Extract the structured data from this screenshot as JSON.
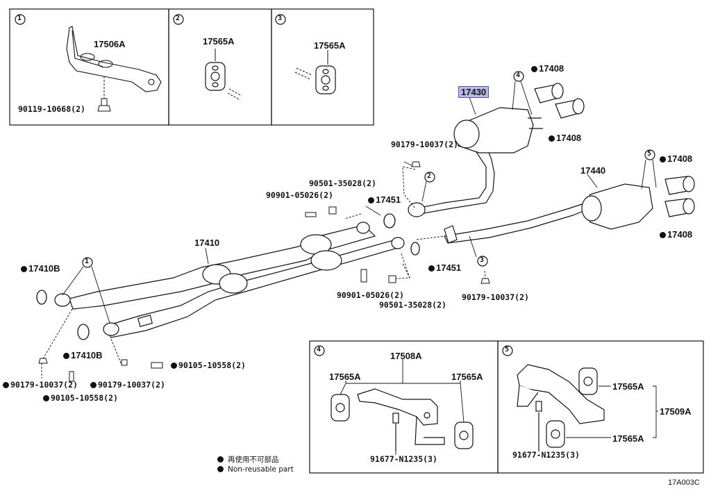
{
  "boxes": {
    "b1": {
      "number": "1",
      "part": "17506A",
      "bolt": "90119-10668(2)"
    },
    "b2": {
      "number": "2",
      "part": "17565A"
    },
    "b3": {
      "number": "3",
      "part": "17565A"
    },
    "b4": {
      "number": "4",
      "part_top": "17508A",
      "part_left": "17565A",
      "part_right": "17565A",
      "bolt": "91677-N1235(3)"
    },
    "b5": {
      "number": "5",
      "part_a": "17565A",
      "part_b": "17565A",
      "assembly": "17509A",
      "bolt": "91677-N1235(3)"
    }
  },
  "callouts": {
    "c4": "4",
    "c5": "5",
    "c2": "2",
    "c3": "3",
    "c1": "1"
  },
  "parts": {
    "p17430": "17430",
    "p17408a": "17408",
    "p17408b": "17408",
    "p17408c": "17408",
    "p17408d": "17408",
    "p17440": "17440",
    "p90179a": "90179-10037(2)",
    "p90501a": "90501-35028(2)",
    "p90901a": "90901-05026(2)",
    "p17451a": "17451",
    "p17451b": "17451",
    "p17410": "17410",
    "p17410Ba": "17410B",
    "p17410Bb": "17410B",
    "p90901b": "90901-05026(2)",
    "p90501b": "90501-35028(2)",
    "p90179b": "90179-10037(2)",
    "p90105a": "90105-10558(2)",
    "p90179c": "90179-10037(2)",
    "p90179d": "90179-10037(2)",
    "p90105b": "90105-10558(2)"
  },
  "legend": {
    "jp": "再使用不可部品",
    "en": "Non-reusable part"
  },
  "code": "17A003C"
}
